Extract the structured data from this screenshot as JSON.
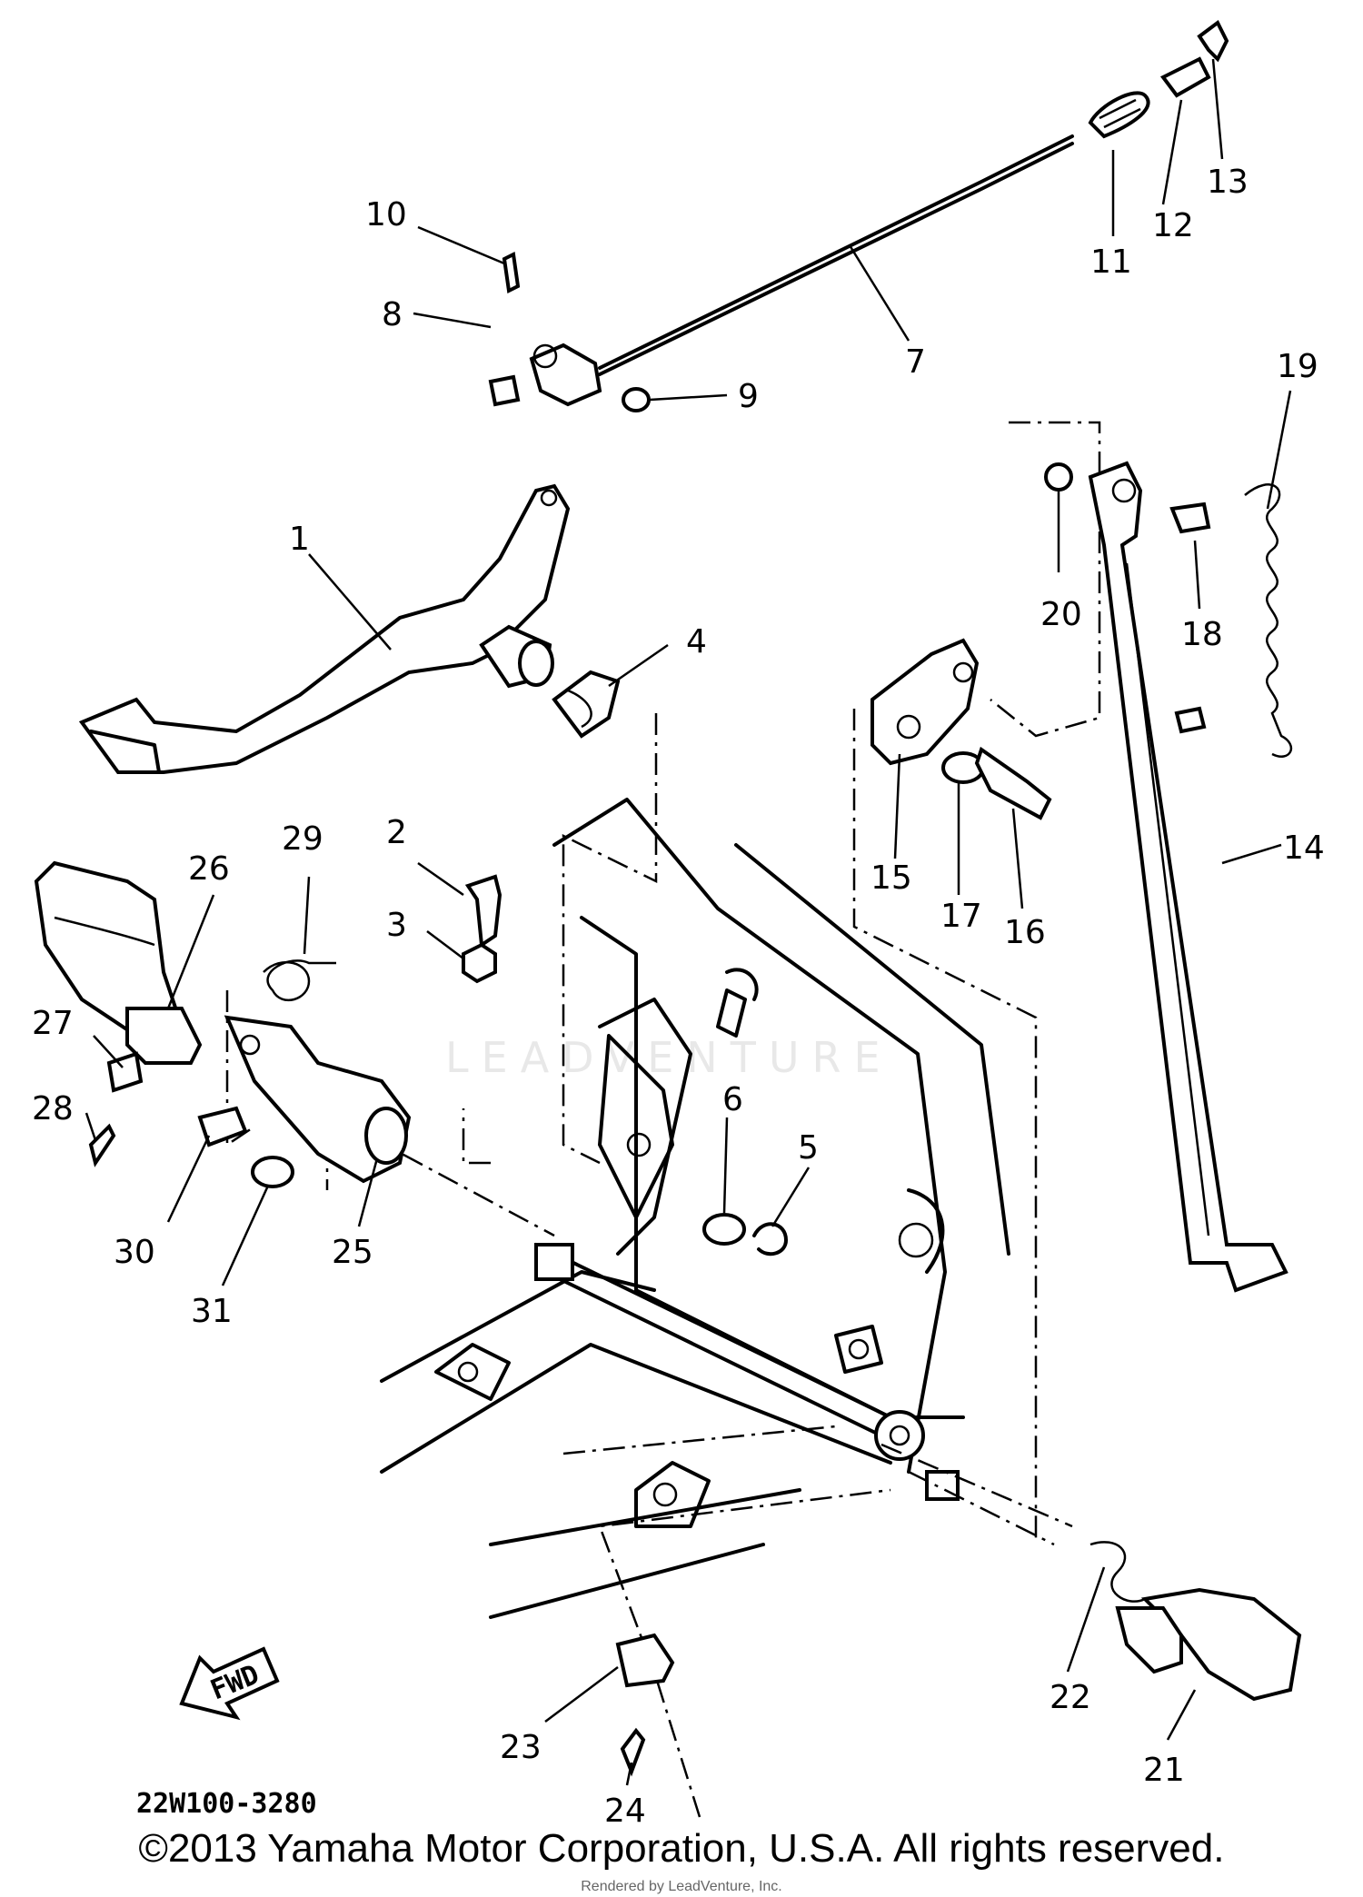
{
  "diagram": {
    "reference_code": "22W100-3280",
    "fwd_label": "FWD",
    "watermark": "LEADVENTURE",
    "callouts": [
      "1",
      "2",
      "3",
      "4",
      "5",
      "6",
      "7",
      "8",
      "9",
      "10",
      "11",
      "12",
      "13",
      "14",
      "15",
      "16",
      "17",
      "18",
      "19",
      "20",
      "21",
      "22",
      "23",
      "24",
      "25",
      "26",
      "27",
      "28",
      "29",
      "30",
      "31"
    ]
  },
  "footer": {
    "copyright": "©2013 Yamaha Motor Corporation, U.S.A. All rights reserved.",
    "rendered_by": "Rendered by LeadVenture, Inc."
  }
}
